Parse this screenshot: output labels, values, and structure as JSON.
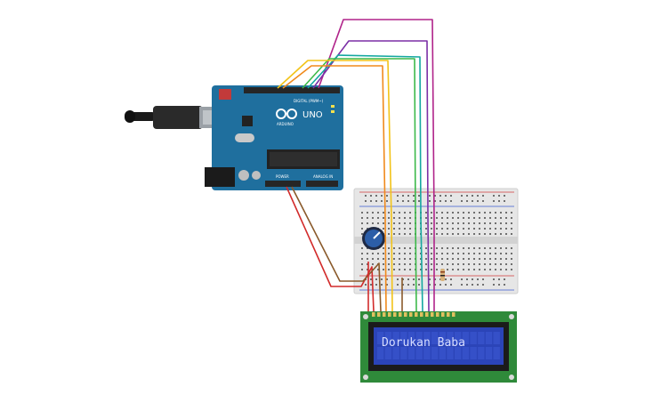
{
  "arduino": {
    "brand": "ARDUINO",
    "model": "UNO",
    "digital_label": "DIGITAL (PWM~)",
    "power_label": "POWER",
    "analog_label": "ANALOG IN"
  },
  "lcd": {
    "text": "Dorukan Baba"
  },
  "colors": {
    "board": "#1f6f9e",
    "breadboard": "#e6e6e6",
    "lcd_pcb": "#2f8a3a",
    "lcd_screen": "#2b44b8",
    "lcd_text": "#d6dcff",
    "wire_magenta": "#b0238a",
    "wire_purple": "#7b2fa6",
    "wire_teal": "#14a7a0",
    "wire_green": "#3cb94a",
    "wire_orange": "#f08a1c",
    "wire_yellow": "#f2c318",
    "wire_red": "#d22b2b",
    "wire_brown": "#8a5a2b"
  }
}
